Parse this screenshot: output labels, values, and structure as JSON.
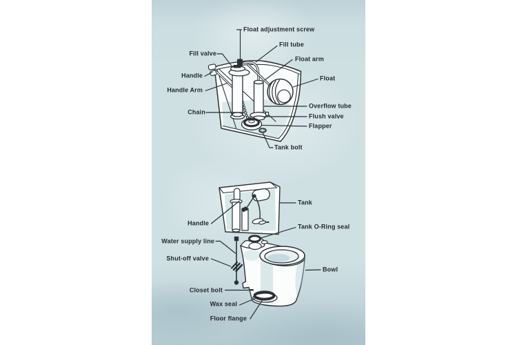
{
  "colors": {
    "page_background": "#ffffff",
    "panel_watercolor": "#cfe0e3",
    "ink": "#2a3136",
    "wash": "#b9d3d6",
    "label_text": "#22282d"
  },
  "diagram_top": {
    "labels": [
      {
        "id": "float-adjustment-screw",
        "text": "Float adjustment screw"
      },
      {
        "id": "fill-tube",
        "text": "Fill tube"
      },
      {
        "id": "fill-valve",
        "text": "Fill valve"
      },
      {
        "id": "float-arm",
        "text": "Float arm"
      },
      {
        "id": "handle",
        "text": "Handle"
      },
      {
        "id": "float",
        "text": "Float"
      },
      {
        "id": "handle-arm",
        "text": "Handle Arm"
      },
      {
        "id": "overflow-tube",
        "text": "Overflow tube"
      },
      {
        "id": "chain",
        "text": "Chain"
      },
      {
        "id": "flush-valve",
        "text": "Flush valve"
      },
      {
        "id": "flapper",
        "text": "Flapper"
      },
      {
        "id": "tank-bolt",
        "text": "Tank bolt"
      }
    ]
  },
  "diagram_bottom": {
    "labels": [
      {
        "id": "tank",
        "text": "Tank"
      },
      {
        "id": "handle",
        "text": "Handle"
      },
      {
        "id": "tank-o-ring-seal",
        "text": "Tank O-Ring seal"
      },
      {
        "id": "water-supply-line",
        "text": "Water supply line"
      },
      {
        "id": "shut-off-valve",
        "text": "Shut-off valve"
      },
      {
        "id": "bowl",
        "text": "Bowl"
      },
      {
        "id": "closet-bolt",
        "text": "Closet bolt"
      },
      {
        "id": "wax-seal",
        "text": "Wax seal"
      },
      {
        "id": "floor-flange",
        "text": "Floor flange"
      }
    ]
  }
}
